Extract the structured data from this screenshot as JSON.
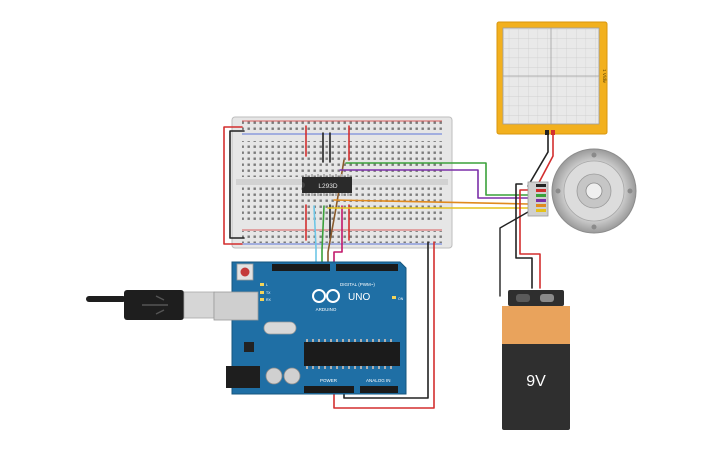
{
  "components": {
    "driver_ic": {
      "label": "L293D"
    },
    "arduino": {
      "brand": "ARDUINO",
      "model": "UNO",
      "digital_header": "DIGITAL (PWM~)",
      "power_header": "POWER",
      "analog_header": "ANALOG IN",
      "tx": "TX",
      "rx": "RX",
      "l": "L",
      "on": "ON"
    },
    "battery": {
      "label": "9V"
    },
    "oscilloscope": {
      "side_label": "1 V/div"
    },
    "motor": {}
  },
  "colors": {
    "wire_red": "#d32f2f",
    "wire_black": "#222222",
    "wire_green": "#3aa13a",
    "wire_purple": "#7b2fa8",
    "wire_orange": "#e08a1e",
    "wire_yellow": "#e5c21b",
    "wire_brown": "#8a5a2b",
    "wire_lightblue": "#6ec6e6",
    "wire_magenta": "#c2186b",
    "arduino_blue": "#1f6fa5",
    "scope_frame": "#f2b01e",
    "battery_orange": "#e9a35c"
  }
}
